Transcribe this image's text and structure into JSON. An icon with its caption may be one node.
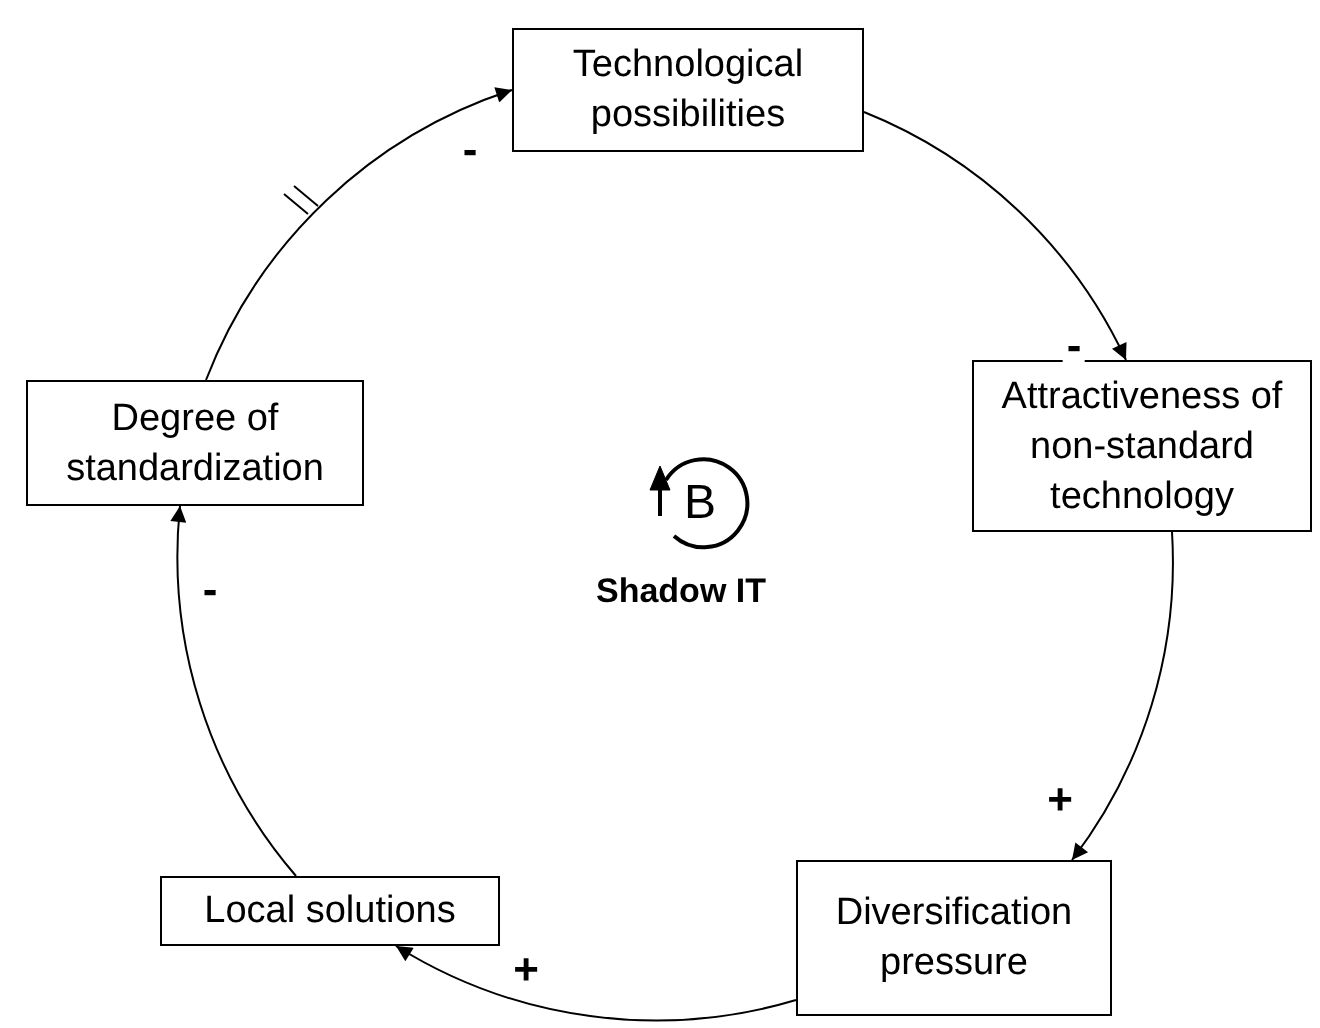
{
  "diagram": {
    "nodes": [
      {
        "text": [
          "Technological possibilities"
        ]
      },
      {
        "text": [
          "Attractiveness of non-standard technology"
        ]
      },
      {
        "text": [
          "Diversification pressure"
        ]
      },
      {
        "text": [
          "Local solutions"
        ]
      },
      {
        "text": [
          "Degree of standardization"
        ]
      }
    ],
    "edges": [
      {
        "from": 0,
        "to": 1,
        "arrow": "to",
        "label": "-"
      },
      {
        "from": 1,
        "to": 2,
        "arrow": "to",
        "label": "+"
      },
      {
        "from": 2,
        "to": 3,
        "arrow": "to",
        "label": "+"
      },
      {
        "from": 3,
        "to": 4,
        "arrow": "to",
        "label": "-"
      },
      {
        "from": 4,
        "to": 0,
        "arrow": "to",
        "label": "-"
      }
    ],
    "labels": [
      "B",
      "Shadow IT"
    ]
  }
}
